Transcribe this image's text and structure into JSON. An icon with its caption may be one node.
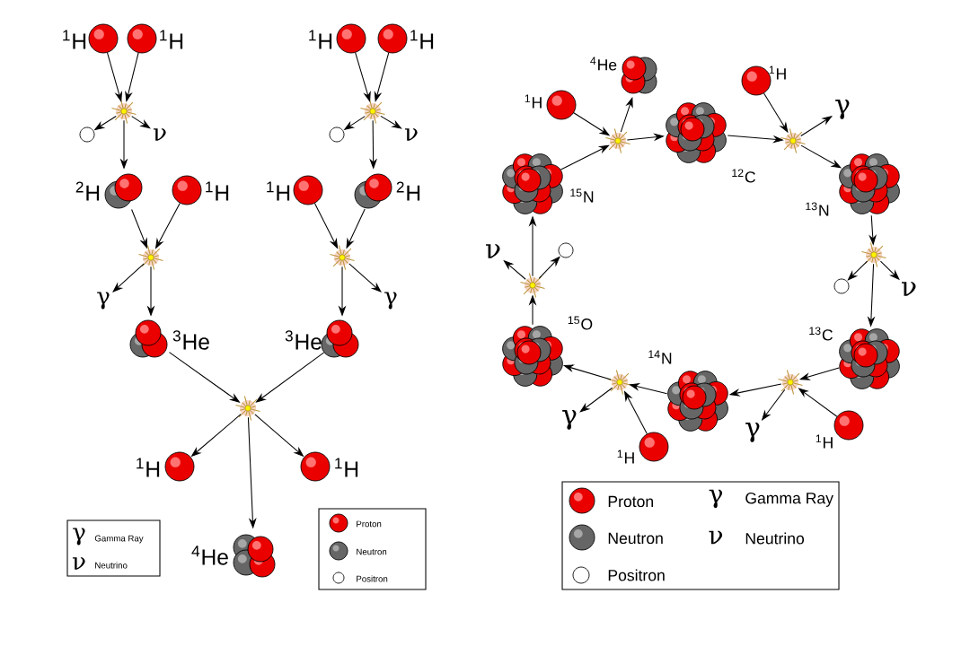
{
  "diagram": {
    "nodes": [
      {
        "text": [],
        "shape": "circle",
        "beside": [
          "$^{1}$H"
        ]
      },
      {
        "text": [],
        "shape": "circle",
        "beside": [
          "$^{1}$H"
        ]
      },
      {
        "text": [],
        "shape": "star"
      },
      {
        "text": [],
        "shape": "circle"
      },
      {
        "text": [
          "ν"
        ]
      },
      {
        "text": [],
        "shape": "picture",
        "beside": [
          "$^{2}$H"
        ]
      },
      {
        "text": [],
        "shape": "circle",
        "beside": [
          "$^{1}$H"
        ]
      },
      {
        "text": [],
        "shape": "star"
      },
      {
        "text": [
          "γ"
        ]
      },
      {
        "text": [],
        "shape": "picture",
        "beside": [
          "$^{3}$He"
        ]
      },
      {
        "text": [],
        "shape": "circle",
        "beside": [
          "$^{1}$H"
        ]
      },
      {
        "text": [],
        "shape": "circle",
        "beside": [
          "$^{1}$H"
        ]
      },
      {
        "text": [],
        "shape": "star"
      },
      {
        "text": [],
        "shape": "circle"
      },
      {
        "text": [
          "ν"
        ]
      },
      {
        "text": [],
        "shape": "circle",
        "beside": [
          "$^{1}$H"
        ]
      },
      {
        "text": [],
        "shape": "picture",
        "beside": [
          "$^{2}$H"
        ]
      },
      {
        "text": [],
        "shape": "star"
      },
      {
        "text": [
          "γ"
        ]
      },
      {
        "text": [],
        "shape": "picture",
        "beside": [
          "$^{3}$He"
        ]
      },
      {
        "text": [],
        "shape": "star"
      },
      {
        "text": [],
        "shape": "circle",
        "beside": [
          "$^{1}$H"
        ]
      },
      {
        "text": [],
        "shape": "circle",
        "beside": [
          "$^{1}$H"
        ]
      },
      {
        "text": [],
        "shape": "picture",
        "beside": [
          "$^{4}$He"
        ]
      },
      {
        "text": [],
        "shape": "circle",
        "beside": [
          "$^{1}$H"
        ]
      },
      {
        "text": [],
        "shape": "picture",
        "beside": [
          "$^{15}$N"
        ]
      },
      {
        "text": [],
        "shape": "star"
      },
      {
        "text": [],
        "shape": "picture",
        "beside": [
          "$^{4}$He"
        ]
      },
      {
        "text": [],
        "shape": "picture",
        "beside": [
          "$^{12}$C"
        ]
      },
      {
        "text": [],
        "shape": "circle",
        "beside": [
          "$^{1}$H"
        ]
      },
      {
        "text": [],
        "shape": "star"
      },
      {
        "text": [
          "γ"
        ]
      },
      {
        "text": [],
        "shape": "picture",
        "beside": [
          "$^{13}$N"
        ]
      },
      {
        "text": [],
        "shape": "star"
      },
      {
        "text": [],
        "shape": "circle"
      },
      {
        "text": [
          "ν"
        ]
      },
      {
        "text": [],
        "shape": "picture",
        "beside": [
          "$^{13}$C"
        ]
      },
      {
        "text": [],
        "shape": "star"
      },
      {
        "text": [],
        "shape": "circle",
        "beside": [
          "$^{1}$H"
        ]
      },
      {
        "text": [
          "γ"
        ]
      },
      {
        "text": [],
        "shape": "picture",
        "beside": [
          "$^{14}$N"
        ]
      },
      {
        "text": [],
        "shape": "star"
      },
      {
        "text": [],
        "shape": "circle",
        "beside": [
          "$^{1}$H"
        ]
      },
      {
        "text": [
          "γ"
        ]
      },
      {
        "text": [],
        "shape": "picture",
        "beside": [
          "$^{15}$O"
        ]
      },
      {
        "text": [],
        "shape": "star"
      },
      {
        "text": [
          "ν"
        ]
      },
      {
        "text": [],
        "shape": "circle"
      }
    ],
    "edges": [
      {
        "from": 0,
        "to": 2,
        "arrow": "to"
      },
      {
        "from": 1,
        "to": 2,
        "arrow": "to"
      },
      {
        "from": 2,
        "to": 3,
        "arrow": "to"
      },
      {
        "from": 2,
        "to": 4,
        "arrow": "to"
      },
      {
        "from": 2,
        "to": 5,
        "arrow": "to"
      },
      {
        "from": 5,
        "to": 7,
        "arrow": "to"
      },
      {
        "from": 6,
        "to": 7,
        "arrow": "to"
      },
      {
        "from": 7,
        "to": 8,
        "arrow": "to"
      },
      {
        "from": 7,
        "to": 9,
        "arrow": "to"
      },
      {
        "from": 10,
        "to": 12,
        "arrow": "to"
      },
      {
        "from": 11,
        "to": 12,
        "arrow": "to"
      },
      {
        "from": 12,
        "to": 13,
        "arrow": "to"
      },
      {
        "from": 12,
        "to": 14,
        "arrow": "to"
      },
      {
        "from": 12,
        "to": 16,
        "arrow": "to"
      },
      {
        "from": 15,
        "to": 17,
        "arrow": "to"
      },
      {
        "from": 16,
        "to": 17,
        "arrow": "to"
      },
      {
        "from": 17,
        "to": 18,
        "arrow": "to"
      },
      {
        "from": 17,
        "to": 19,
        "arrow": "to"
      },
      {
        "from": 9,
        "to": 20,
        "arrow": "to"
      },
      {
        "from": 19,
        "to": 20,
        "arrow": "to"
      },
      {
        "from": 20,
        "to": 21,
        "arrow": "to"
      },
      {
        "from": 20,
        "to": 22,
        "arrow": "to"
      },
      {
        "from": 20,
        "to": 23,
        "arrow": "to"
      },
      {
        "from": 24,
        "to": 26,
        "arrow": "to"
      },
      {
        "from": 25,
        "to": 26,
        "arrow": "to"
      },
      {
        "from": 26,
        "to": 27,
        "arrow": "to"
      },
      {
        "from": 26,
        "to": 28,
        "arrow": "to"
      },
      {
        "from": 28,
        "to": 30,
        "arrow": "to"
      },
      {
        "from": 29,
        "to": 30,
        "arrow": "to"
      },
      {
        "from": 30,
        "to": 31,
        "arrow": "to"
      },
      {
        "from": 30,
        "to": 32,
        "arrow": "to"
      },
      {
        "from": 32,
        "to": 33,
        "arrow": "to"
      },
      {
        "from": 33,
        "to": 34,
        "arrow": "to"
      },
      {
        "from": 33,
        "to": 35,
        "arrow": "to"
      },
      {
        "from": 33,
        "to": 36,
        "arrow": "to"
      },
      {
        "from": 36,
        "to": 37,
        "arrow": "to"
      },
      {
        "from": 38,
        "to": 37,
        "arrow": "to"
      },
      {
        "from": 37,
        "to": 39,
        "arrow": "to"
      },
      {
        "from": 37,
        "to": 40,
        "arrow": "to"
      },
      {
        "from": 40,
        "to": 41,
        "arrow": "to"
      },
      {
        "from": 42,
        "to": 41,
        "arrow": "to"
      },
      {
        "from": 41,
        "to": 43,
        "arrow": "to"
      },
      {
        "from": 41,
        "to": 44,
        "arrow": "to"
      },
      {
        "from": 44,
        "to": 45,
        "arrow": "to"
      },
      {
        "from": 45,
        "to": 46,
        "arrow": "to"
      },
      {
        "from": 45,
        "to": 47,
        "arrow": "to"
      },
      {
        "from": 45,
        "to": 25,
        "arrow": "to"
      }
    ],
    "labels": [
      "γ",
      "ν",
      "γ",
      "ν"
    ],
    "legend": [
      {
        "text": "Gamma Ray"
      },
      {
        "text": "Neutrino"
      },
      {
        "text": "Proton"
      },
      {
        "text": "Neutron"
      },
      {
        "text": "Positron"
      },
      {
        "text": "Proton"
      },
      {
        "text": "Gamma Ray"
      },
      {
        "text": "Neutron"
      },
      {
        "text": "Neutrino"
      },
      {
        "text": "Positron"
      }
    ]
  }
}
